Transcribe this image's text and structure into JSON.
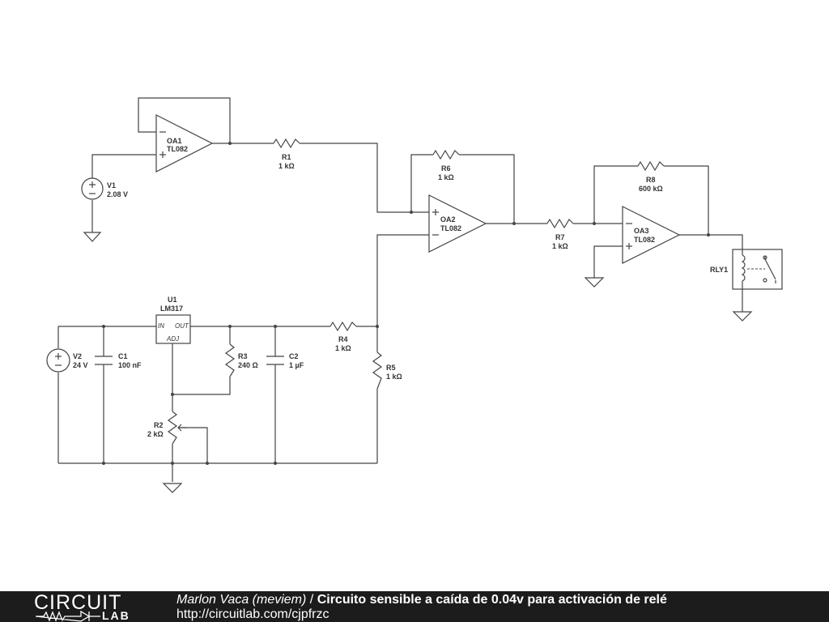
{
  "components": {
    "oa1": {
      "ref": "OA1",
      "part": "TL082"
    },
    "oa2": {
      "ref": "OA2",
      "part": "TL082"
    },
    "oa3": {
      "ref": "OA3",
      "part": "TL082"
    },
    "v1": {
      "ref": "V1",
      "value": "2.08 V"
    },
    "v2": {
      "ref": "V2",
      "value": "24 V"
    },
    "r1": {
      "ref": "R1",
      "value": "1 kΩ"
    },
    "r2": {
      "ref": "R2",
      "value": "2 kΩ"
    },
    "r3": {
      "ref": "R3",
      "value": "240 Ω"
    },
    "r4": {
      "ref": "R4",
      "value": "1 kΩ"
    },
    "r5": {
      "ref": "R5",
      "value": "1 kΩ"
    },
    "r6": {
      "ref": "R6",
      "value": "1 kΩ"
    },
    "r7": {
      "ref": "R7",
      "value": "1 kΩ"
    },
    "r8": {
      "ref": "R8",
      "value": "600 kΩ"
    },
    "c1": {
      "ref": "C1",
      "value": "100 nF"
    },
    "c2": {
      "ref": "C2",
      "value": "1 µF"
    },
    "u1": {
      "ref": "U1",
      "part": "LM317",
      "pin_in": "IN",
      "pin_out": "OUT",
      "pin_adj": "ADJ"
    },
    "rly1": {
      "ref": "RLY1"
    }
  },
  "footer": {
    "logo_top": "CIRCUIT",
    "logo_bottom": "LAB",
    "author": "Marlon Vaca (meviem)",
    "separator": " / ",
    "title": "Circuito sensible a caída de 0.04v para activación de relé",
    "url": "http://circuitlab.com/cjpfrzc"
  },
  "colors": {
    "wire": "#444444",
    "footer_bg": "#1c1c1c",
    "footer_text": "#ffffff"
  }
}
